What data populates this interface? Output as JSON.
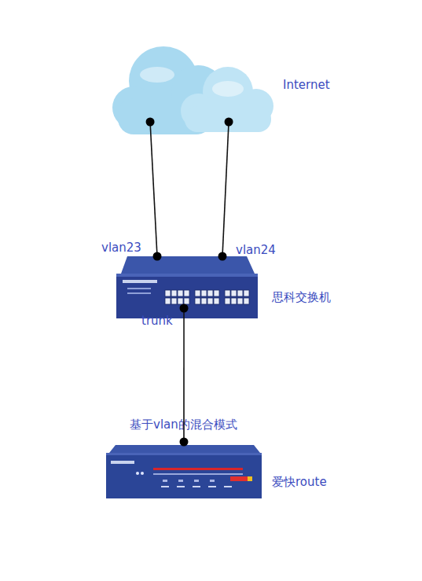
{
  "diagram": {
    "nodes": [
      {
        "text": [
          "Internet"
        ]
      },
      {
        "text": [
          "思科交换机"
        ]
      },
      {
        "text": [
          "爱快route"
        ]
      }
    ],
    "edges": [
      {
        "from": 0,
        "to": 1,
        "arrow": "none",
        "label": "vlan23"
      },
      {
        "from": 0,
        "to": 1,
        "arrow": "none",
        "label": "vlan24"
      },
      {
        "from": 1,
        "to": 2,
        "arrow": "none"
      }
    ],
    "labels": [
      "trunk",
      "基于vlan的混合模式"
    ]
  }
}
